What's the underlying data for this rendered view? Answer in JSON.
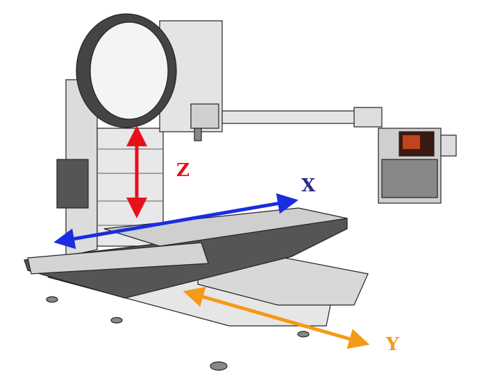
{
  "axes": {
    "z": {
      "label": "Z",
      "color": "#e8101a"
    },
    "x": {
      "label": "X",
      "color": "#2a2a8a",
      "arrow_color": "#1a2de0"
    },
    "y": {
      "label": "Y",
      "color": "#f59a16"
    }
  },
  "colors": {
    "machine_light": "#e6e6e6",
    "machine_mid": "#c8c8c8",
    "machine_dark": "#5a5a5a",
    "outline": "#222222",
    "panel_screen": "#c0441c"
  }
}
